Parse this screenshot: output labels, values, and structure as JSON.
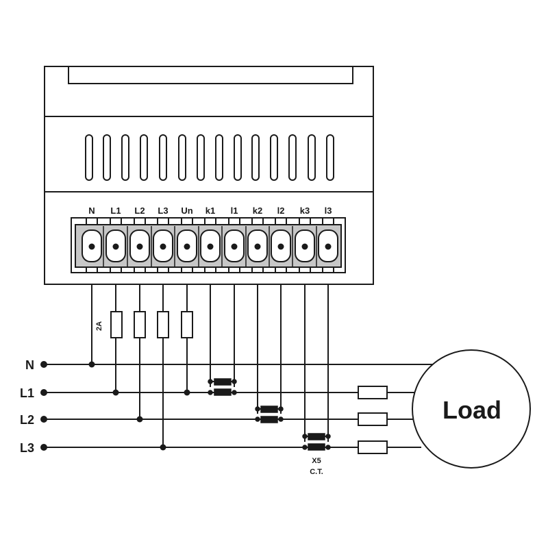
{
  "terminals": [
    "N",
    "L1",
    "L2",
    "L3",
    "Un",
    "k1",
    "l1",
    "k2",
    "l2",
    "k3",
    "l3"
  ],
  "lines": [
    "N",
    "L1",
    "L2",
    "L3"
  ],
  "load_label": "Load",
  "fuse_rating": "2A",
  "ct_ratio": "X5",
  "ct_label": "C.T.",
  "colors": {
    "stroke": "#1a1a1a",
    "terminal_fill": "#c7c7c7",
    "background": "#ffffff"
  }
}
